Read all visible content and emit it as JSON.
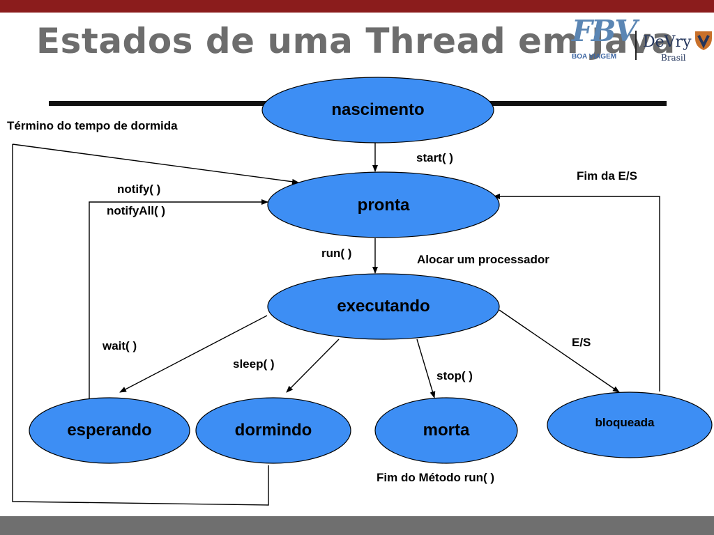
{
  "title": "Estados de uma Thread em Java",
  "logos": {
    "fbv_text": "FBV",
    "fbv_sub": "BOA VIAGEM",
    "devry_text": "DeVry",
    "devry_sub": "Brasil"
  },
  "colors": {
    "top_bar": "#8b1c1c",
    "bottom_bar": "#6f6f6f",
    "node_fill": "#3d8ef4",
    "title_text": "#6d6d6d"
  },
  "nodes": {
    "nascimento": "nascimento",
    "pronta": "pronta",
    "executando": "executando",
    "esperando": "esperando",
    "dormindo": "dormindo",
    "morta": "morta",
    "bloqueada": "bloqueada"
  },
  "edge_labels": {
    "start": "start( )",
    "termino_dormida": "Término do tempo de dormida",
    "notify": "notify( )",
    "notify_all": "notifyAll( )",
    "fim_es": "Fim da E/S",
    "run": "run( )",
    "alocar": "Alocar um processador",
    "wait": "wait(  )",
    "sleep": "sleep(  )",
    "stop": "stop(  )",
    "es": "E/S",
    "fim_metodo": "Fim do Método run( )"
  }
}
